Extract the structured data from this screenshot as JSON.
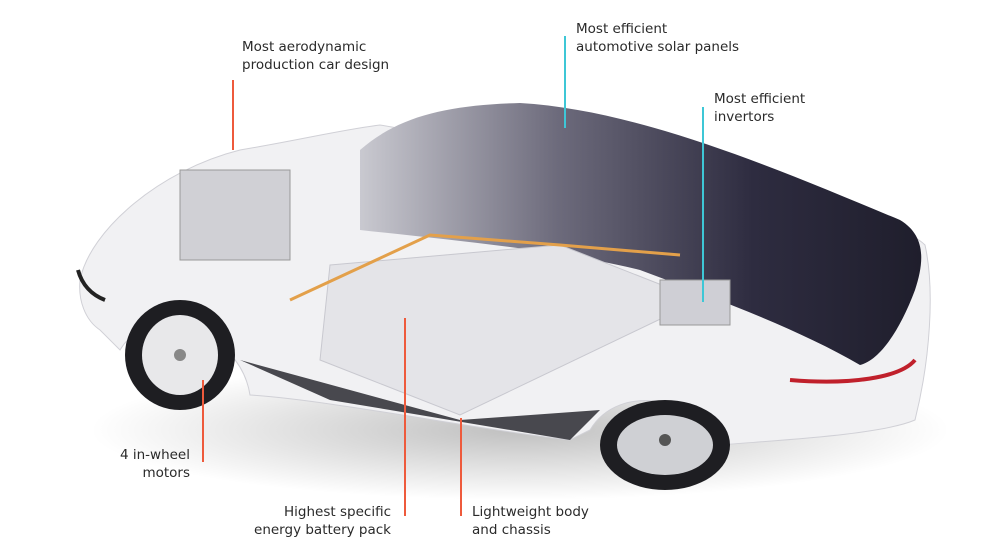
{
  "colors": {
    "orange": "#ee5a3c",
    "cyan": "#3ec7d6",
    "roof": "#2b2a3c",
    "body": "#f2f2f2"
  },
  "callouts": [
    {
      "id": "aero",
      "lines": [
        "Most aerodynamic",
        "production car design"
      ],
      "color": "orange"
    },
    {
      "id": "solar",
      "lines": [
        "Most efficient",
        "automotive solar panels"
      ],
      "color": "cyan"
    },
    {
      "id": "inverter",
      "lines": [
        "Most efficient",
        "invertors"
      ],
      "color": "cyan"
    },
    {
      "id": "motors",
      "lines": [
        "4 in-wheel",
        "motors"
      ],
      "color": "orange"
    },
    {
      "id": "battery",
      "lines": [
        "Highest specific",
        "energy battery pack"
      ],
      "color": "orange"
    },
    {
      "id": "body",
      "lines": [
        "Lightweight body",
        "and chassis"
      ],
      "color": "orange"
    }
  ]
}
